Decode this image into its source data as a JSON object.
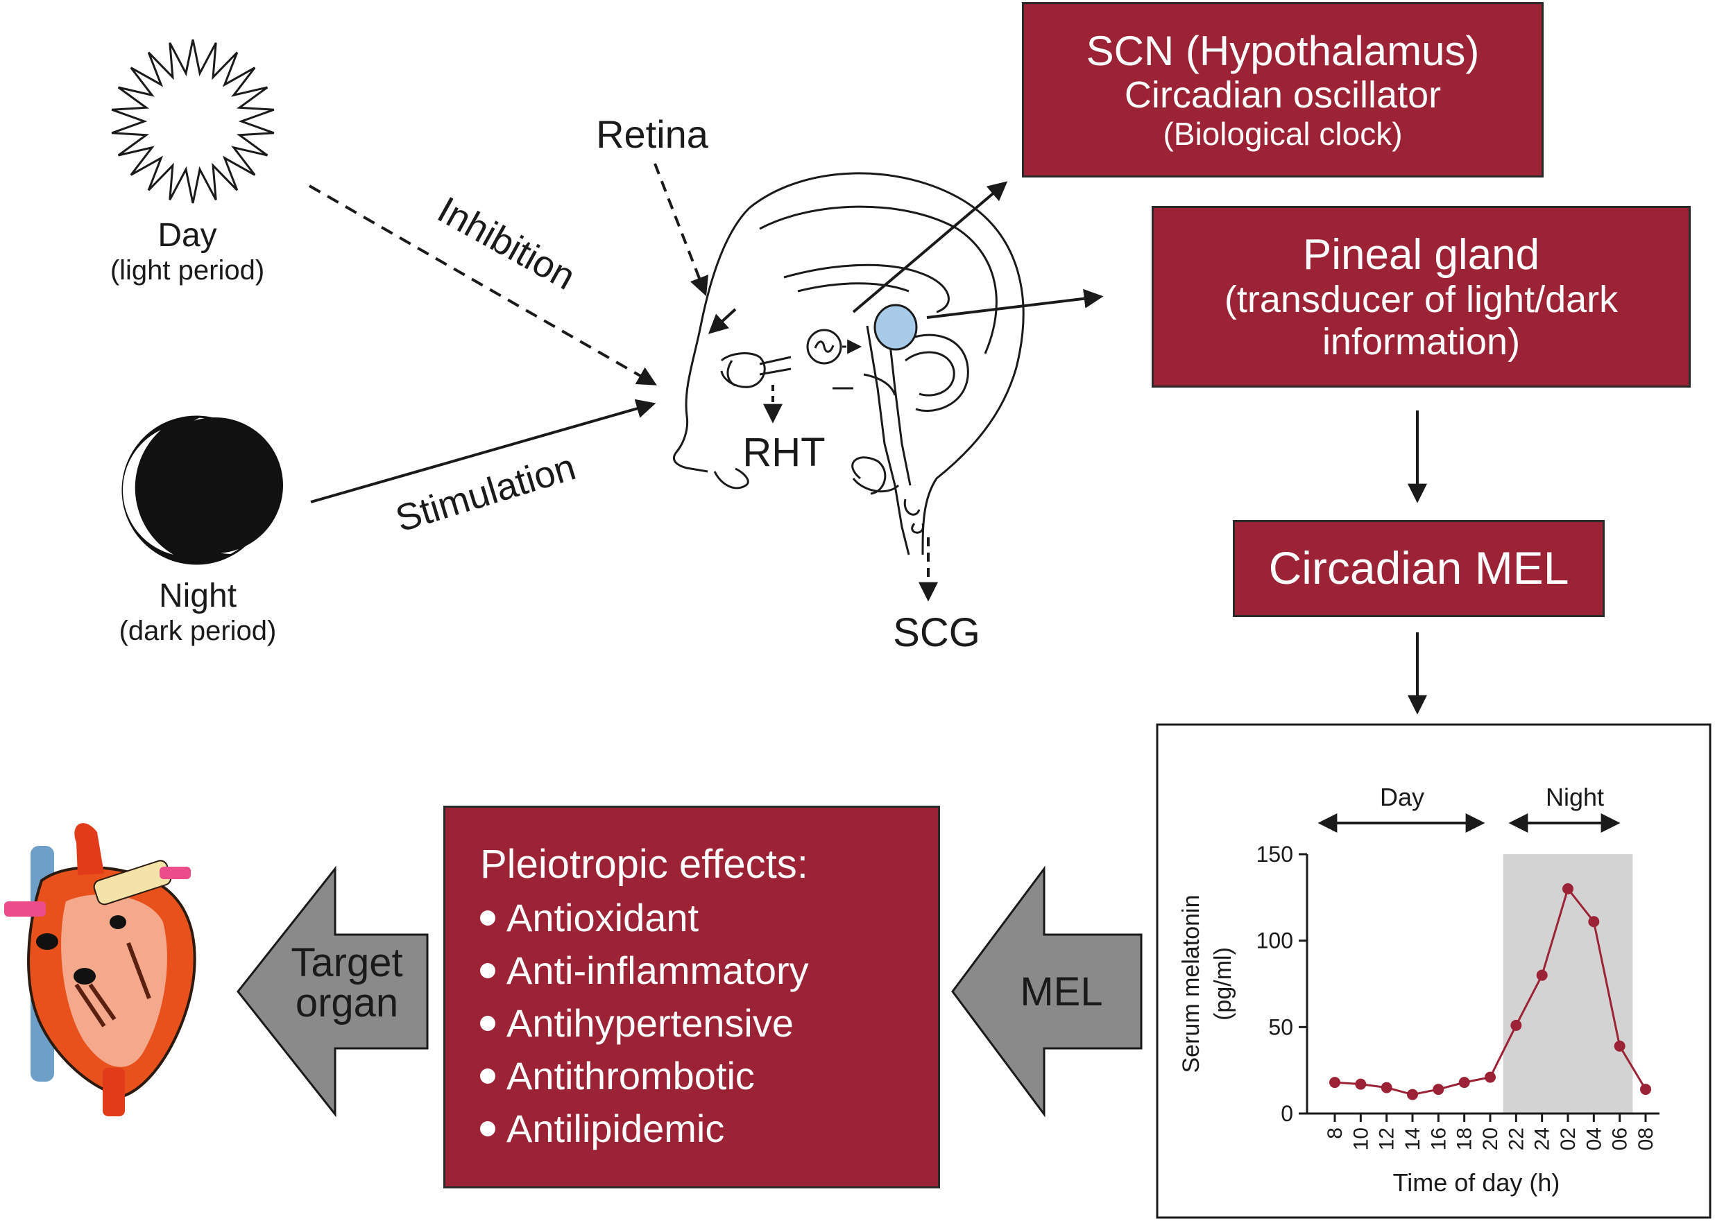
{
  "inputs": {
    "day": {
      "title": "Day",
      "sub": "(light period)"
    },
    "night": {
      "title": "Night",
      "sub": "(dark period)"
    },
    "inhibition": "Inhibition",
    "stimulation": "Stimulation"
  },
  "brain_labels": {
    "retina": "Retina",
    "rht": "RHT",
    "scg": "SCG"
  },
  "scn_box": {
    "line1": "SCN (Hypothalamus)",
    "line2": "Circadian oscillator",
    "line3": "(Biological clock)"
  },
  "pineal_box": {
    "line1": "Pineal gland",
    "line2": "(transducer of light/dark",
    "line3": "information)"
  },
  "mel_box": {
    "label": "Circadian MEL"
  },
  "effects_box": {
    "header": "Pleiotropic effects:",
    "items": [
      "Antioxidant",
      "Anti-inflammatory",
      "Antihypertensive",
      "Antithrombotic",
      "Antilipidemic"
    ]
  },
  "arrows": {
    "mel": "MEL",
    "target_line1": "Target",
    "target_line2": "organ"
  },
  "colors": {
    "box_fill": "#9c2236",
    "series": "#9c2236",
    "night_shade": "#d3d3d3",
    "arrow_fill": "#8a8a8a",
    "pineal": "#a9cbea"
  },
  "chart_data": {
    "type": "line",
    "ylabel_line1": "Serum melatonin",
    "ylabel_line2": "(pg/ml)",
    "xlabel": "Time of day (h)",
    "categories": [
      "8",
      "10",
      "12",
      "14",
      "16",
      "18",
      "20",
      "22",
      "24",
      "02",
      "04",
      "06",
      "08"
    ],
    "values": [
      18,
      17,
      15,
      11,
      14,
      18,
      21,
      51,
      80,
      130,
      111,
      39,
      14
    ],
    "ylim": [
      0,
      150
    ],
    "yticks": [
      0,
      50,
      100,
      150
    ],
    "shaded_region": {
      "from_index": 6.5,
      "to_index": 11.5
    },
    "day_label": "Day",
    "night_label": "Night",
    "grid": false
  }
}
